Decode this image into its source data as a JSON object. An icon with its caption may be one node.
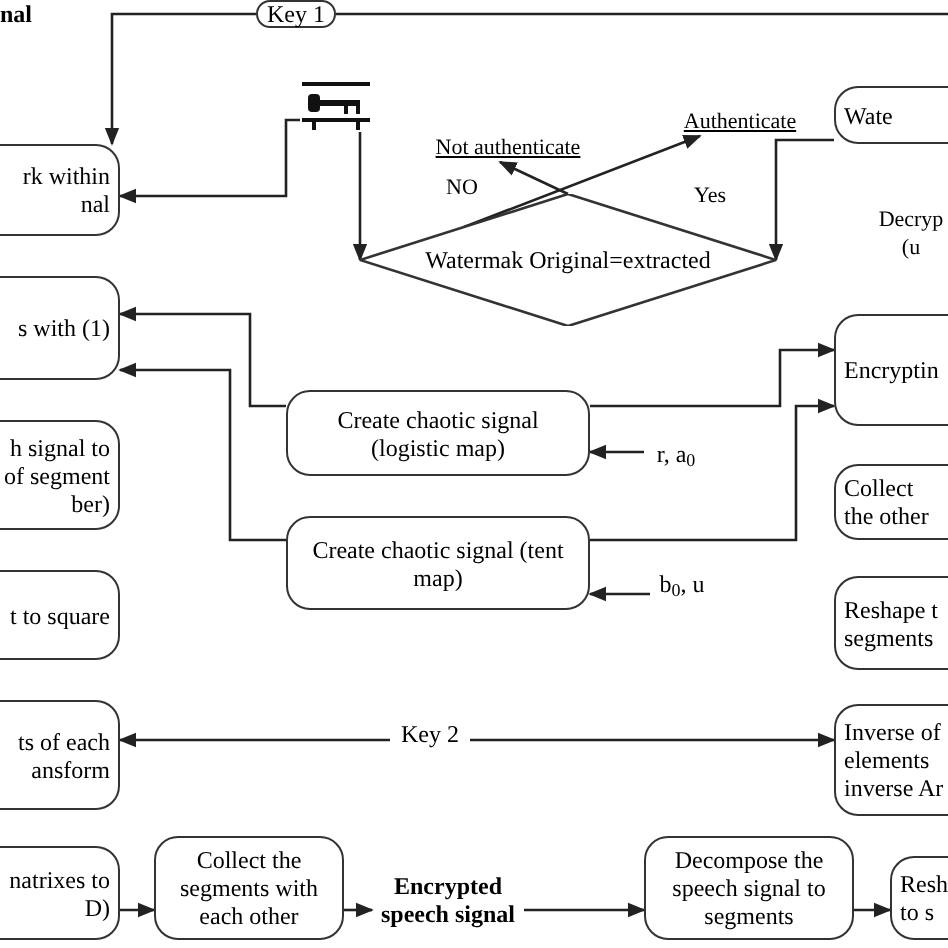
{
  "diagram": {
    "nodes": [
      {
        "text": [
          "Key 1"
        ]
      },
      {
        "text": [],
        "shape": "picture"
      },
      {
        "text": [
          "rk within nal"
        ]
      },
      {
        "text": [
          "Not authenticate"
        ]
      },
      {
        "text": [
          "Authenticate"
        ]
      },
      {
        "text": [
          "Wate"
        ]
      },
      {
        "text": [
          "Watermak Original=extracted"
        ]
      },
      {
        "text": [
          "s with (1)"
        ]
      },
      {
        "text": [
          "Encryptin"
        ]
      },
      {
        "text": [
          "Create chaotic signal (logistic map)"
        ]
      },
      {
        "text": [
          "r, a$_{0}$"
        ]
      },
      {
        "text": [
          "h signal to of segment ber)"
        ]
      },
      {
        "text": [
          "Collect the other"
        ]
      },
      {
        "text": [
          "Create chaotic signal (tent map)"
        ]
      },
      {
        "text": [
          "b$_{0}$, u"
        ]
      },
      {
        "text": [
          "t to square"
        ]
      },
      {
        "text": [
          "Reshape t segments"
        ]
      },
      {
        "text": [
          "ts of each ansform"
        ]
      },
      {
        "text": [
          "Key 2"
        ]
      },
      {
        "text": [
          "Inverse of elements inverse Ar"
        ]
      },
      {
        "text": [
          "natrixes to D)"
        ]
      },
      {
        "text": [
          "Collect the segments with each other"
        ]
      },
      {
        "text": [
          "Encrypted speech signal"
        ]
      },
      {
        "text": [
          "Decompose the speech signal to segments"
        ]
      },
      {
        "text": [
          "Resh to s"
        ]
      }
    ],
    "edges": [
      {
        "from": 0,
        "to": 2,
        "arrow": "to"
      },
      {
        "from": 0,
        "to": null,
        "arrow": "none"
      },
      {
        "from": 1,
        "to": 2,
        "arrow": "to"
      },
      {
        "from": 1,
        "to": 6,
        "arrow": "to"
      },
      {
        "from": 6,
        "to": 3,
        "arrow": "to",
        "label": "NO"
      },
      {
        "from": 6,
        "to": 4,
        "arrow": "to",
        "label": "Yes"
      },
      {
        "from": 5,
        "to": 6,
        "arrow": "to"
      },
      {
        "from": 9,
        "to": 7,
        "arrow": "to"
      },
      {
        "from": 13,
        "to": 7,
        "arrow": "to"
      },
      {
        "from": 9,
        "to": 8,
        "arrow": "to"
      },
      {
        "from": 13,
        "to": 8,
        "arrow": "to"
      },
      {
        "from": 10,
        "to": 9,
        "arrow": "to"
      },
      {
        "from": 14,
        "to": 13,
        "arrow": "to"
      },
      {
        "from": 18,
        "to": 17,
        "arrow": "to"
      },
      {
        "from": 18,
        "to": 19,
        "arrow": "to"
      },
      {
        "from": 20,
        "to": 21,
        "arrow": "to"
      },
      {
        "from": 21,
        "to": 22,
        "arrow": "to"
      },
      {
        "from": 22,
        "to": 23,
        "arrow": "to"
      },
      {
        "from": 23,
        "to": 24,
        "arrow": "to"
      }
    ],
    "labels": [
      "nal",
      "Decryp (u"
    ]
  }
}
